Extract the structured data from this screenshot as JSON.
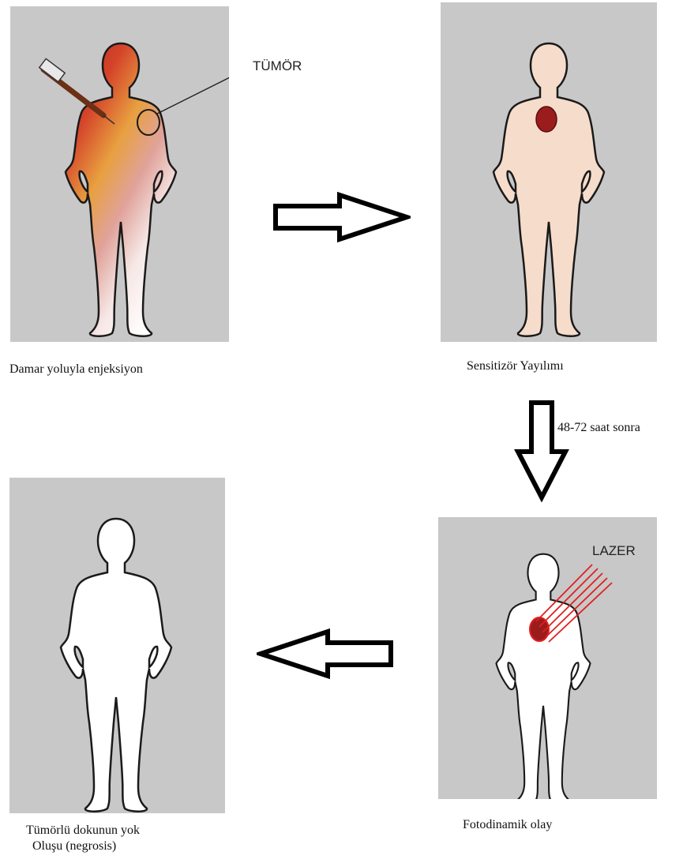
{
  "panels": [
    {
      "caption": "Damar yoluyla enjeksiyon",
      "callout": "TÜMÖR"
    },
    {
      "caption": "Sensitizör Yayılımı"
    },
    {
      "caption": "Fotodinamik olay",
      "callout": "LAZER"
    },
    {
      "caption_line1": "Tümörlü dokunun yok",
      "caption_line2": "Oluşu (negrosis)"
    }
  ],
  "time_label": "48-72 saat sonra",
  "colors": {
    "panel_bg": "#c8c8c8",
    "skin": "#f6dccb",
    "tumor": "#9b1c1c",
    "laser": "#e0201f",
    "figure_white": "#ffffff"
  }
}
